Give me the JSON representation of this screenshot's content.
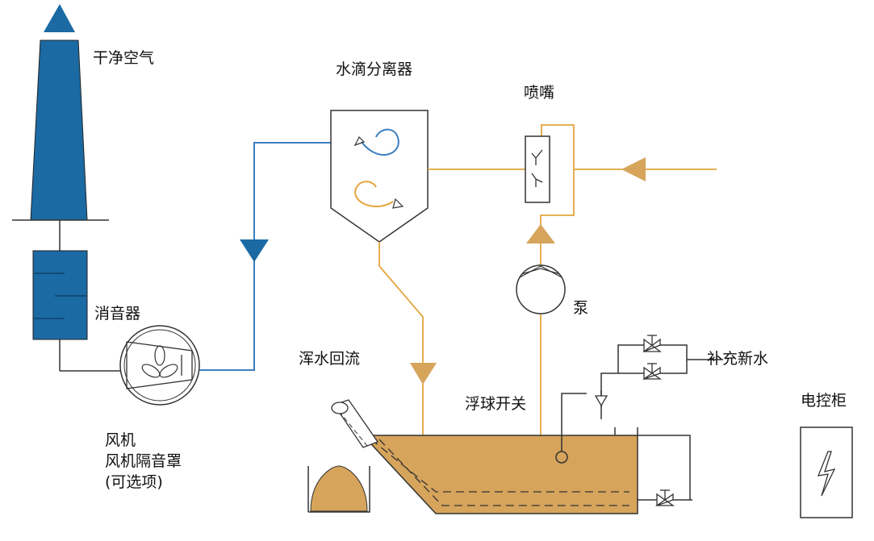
{
  "labels": {
    "clean_air": "干净空气",
    "water_separator": "水滴分离器",
    "nozzle": "喷嘴",
    "silencer": "消音器",
    "pump": "泵",
    "muddy_return": "浑水回流",
    "makeup_water": "补充新水",
    "float_switch": "浮球开关",
    "control_cabinet": "电控柜",
    "fan": "风机",
    "fan_enclosure": "风机隔音罩",
    "optional": "(可选项)"
  },
  "colors": {
    "blue": "#1b6aa4",
    "air_line": "#3a7fc0",
    "water_line": "#e3a53d",
    "tan": "#d6a45b",
    "outline": "#333333"
  },
  "icons": [
    "fan-icon",
    "pump-icon",
    "valve-icon",
    "lightning-icon",
    "arrow-icon"
  ]
}
